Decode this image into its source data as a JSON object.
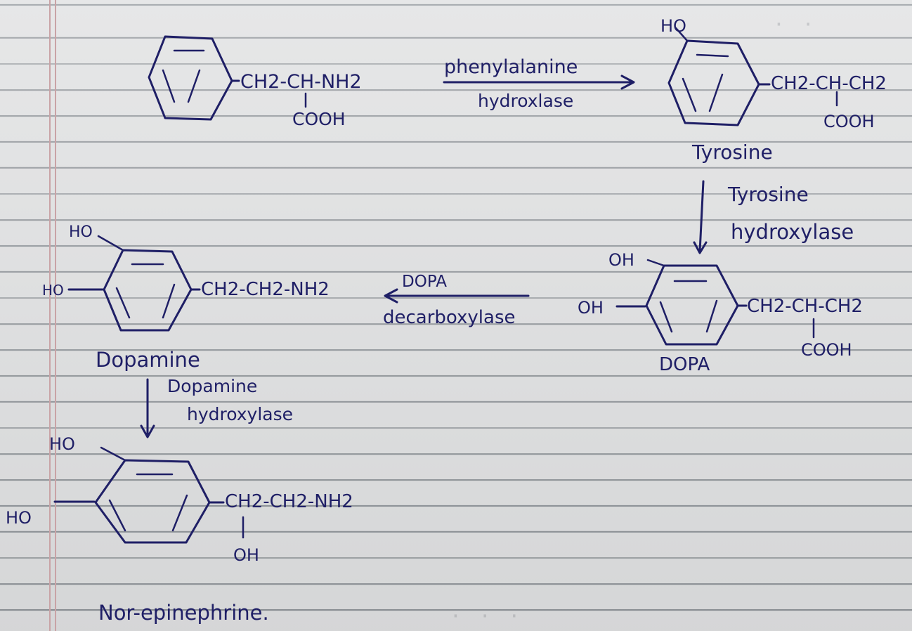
{
  "substrate": {
    "chain": "CH2-CH-NH2",
    "branch": "COOH"
  },
  "step1_enzyme": {
    "line1": "phenylalanine",
    "line2": "hydroxlase"
  },
  "tyrosine": {
    "substituent": "HO",
    "chain": "CH2-CH-CH2",
    "branch": "COOH",
    "label": "Tyrosine"
  },
  "step2_enzyme": {
    "line1": "Tyrosine",
    "line2": "hydroxylase"
  },
  "dopa": {
    "oh_top": "OH",
    "oh_left": "OH",
    "chain": "CH2-CH-CH2",
    "branch": "COOH",
    "label": "DOPA"
  },
  "step3_enzyme": {
    "line1": "DOPA",
    "line2": "decarboxylase"
  },
  "dopamine": {
    "ho_top": "HO",
    "ho_left": "HO",
    "chain": "CH2-CH2-NH2",
    "label": "Dopamine"
  },
  "step4_enzyme": {
    "line1": "Dopamine",
    "line2": "hydroxylase"
  },
  "norepinephrine": {
    "ho_top": "HO",
    "ho_left": "HO",
    "chain": "CH2-CH2-NH2",
    "branch": "OH",
    "label": "Nor-epinephrine."
  },
  "colors": {
    "ink": "#1f1f66",
    "paper": "#dedfe0",
    "rule": "#8d9297"
  }
}
